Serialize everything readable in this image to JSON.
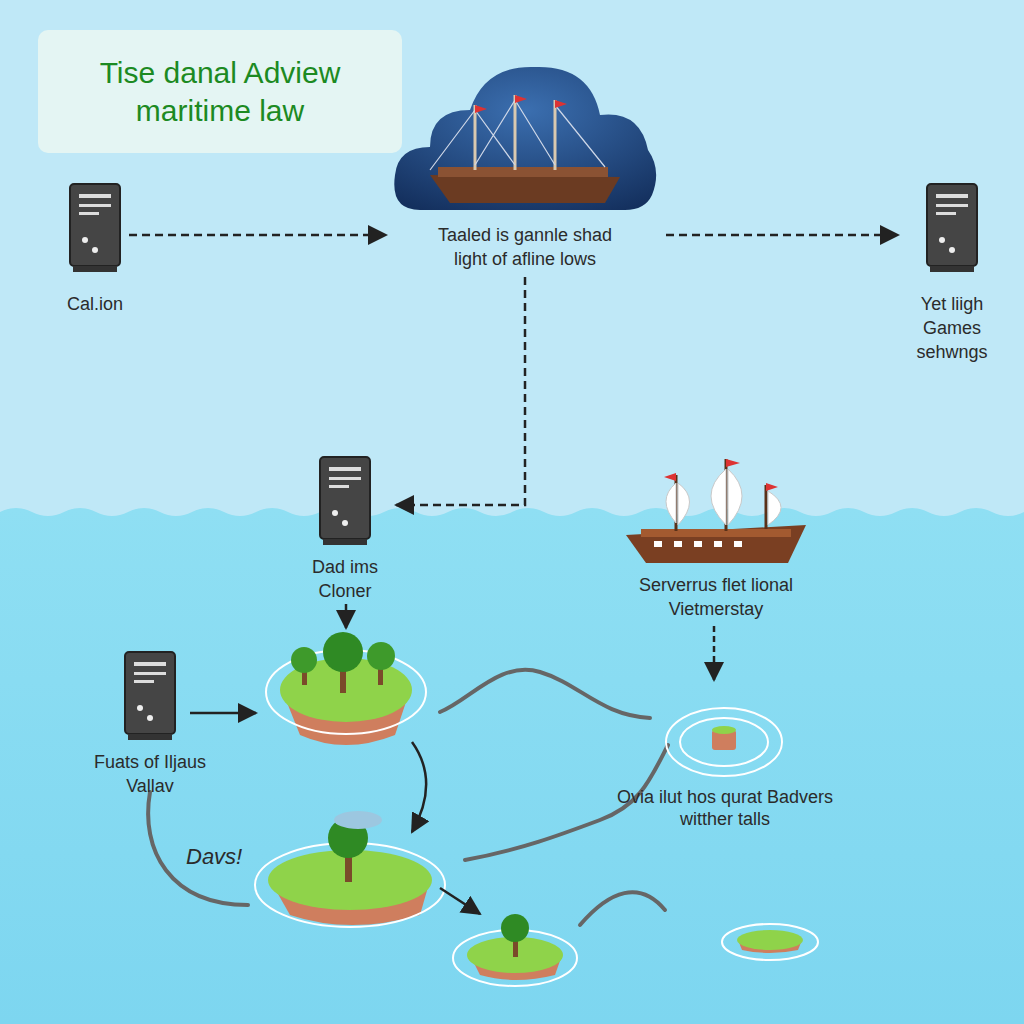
{
  "diagram": {
    "title": "Tise danal Adview maritime law",
    "nodes": [
      {
        "text": [
          "Cal.ion"
        ]
      },
      {
        "text": [
          "Taaled is gannle shad light of afline lows"
        ]
      },
      {
        "text": [
          "Yet liigh Games sehwngs"
        ]
      },
      {
        "text": [
          "Dad ims Cloner"
        ]
      },
      {
        "text": [
          "Serverrus flet lional Vietmerstay"
        ]
      },
      {
        "text": [
          "Fuats of Iljaus Vallav"
        ]
      }
    ],
    "edges": [
      {
        "from": 0,
        "to": 1,
        "arrow": "to"
      },
      {
        "from": 1,
        "to": 2,
        "arrow": "to"
      },
      {
        "from": 1,
        "to": 3,
        "arrow": "to"
      }
    ],
    "labels": [
      "Ovia ilut hos qurat Badvers witther talls",
      "Davs!"
    ]
  }
}
